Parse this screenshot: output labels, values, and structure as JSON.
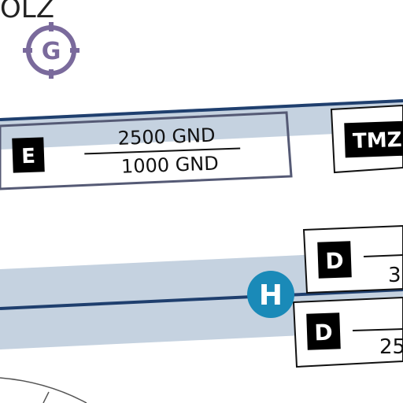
{
  "map": {
    "waypoint": {
      "name_partial": "OLZ",
      "symbol_letter": "G",
      "icon": "waypoint-g-icon",
      "color": "#7a6a9c"
    },
    "airspace_box_upper": {
      "class_letter": "E",
      "upper_limit": "2500 GND",
      "lower_limit": "1000 GND"
    },
    "tmz_box": {
      "label": "TMZ"
    },
    "airspace_box_right_top": {
      "class_letter": "D",
      "value_partial": "3"
    },
    "airspace_box_right_bottom": {
      "class_letter": "D",
      "value_partial": "25"
    },
    "heliport": {
      "letter": "H",
      "icon": "heliport-icon",
      "color": "#1a8ab8"
    },
    "colors": {
      "band": "#c5d2e0",
      "boundary_line": "#1f3f6e",
      "box_border": "#555a75",
      "badge_bg": "#000000",
      "terrain_line": "#555555"
    }
  }
}
